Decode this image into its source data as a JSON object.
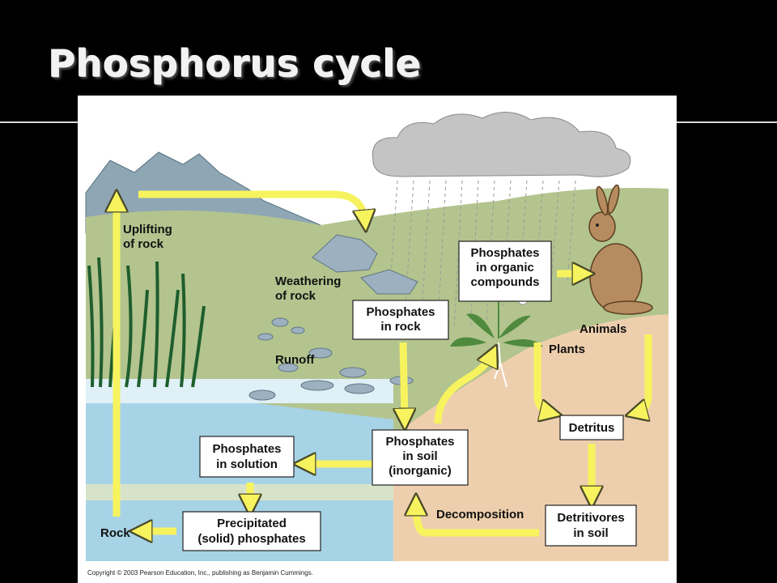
{
  "slide": {
    "title": "Phosphorus cycle"
  },
  "diagram": {
    "labels": {
      "uplifting": [
        "Uplifting",
        "of rock"
      ],
      "weathering": [
        "Weathering",
        "of rock"
      ],
      "runoff": "Runoff",
      "animals": "Animals",
      "plants": "Plants",
      "decomposition": "Decomposition",
      "rock": "Rock"
    },
    "boxes": {
      "phosphates_organic": [
        "Phosphates",
        "in organic",
        "compounds"
      ],
      "phosphates_rock": [
        "Phosphates",
        "in rock"
      ],
      "phosphates_solution": [
        "Phosphates",
        "in solution"
      ],
      "phosphates_soil": [
        "Phosphates",
        "in soil",
        "(inorganic)"
      ],
      "detritus": [
        "Detritus"
      ],
      "precipitated": [
        "Precipitated",
        "(solid) phosphates"
      ],
      "detritivores": [
        "Detritivores",
        "in soil"
      ]
    },
    "copyright": "Copyright © 2003 Pearson Education, Inc., publishing as Benjamin Cummings.",
    "colors": {
      "arrow": "#f7f35e",
      "arrow_stroke": "#4a4a2a",
      "sky": "#ffffff",
      "hills": "#b3c48e",
      "mountain": "#8fa6b5",
      "water": "#a7d3e6",
      "soil": "#eecfad",
      "cloud": "#bdbdbd"
    }
  }
}
